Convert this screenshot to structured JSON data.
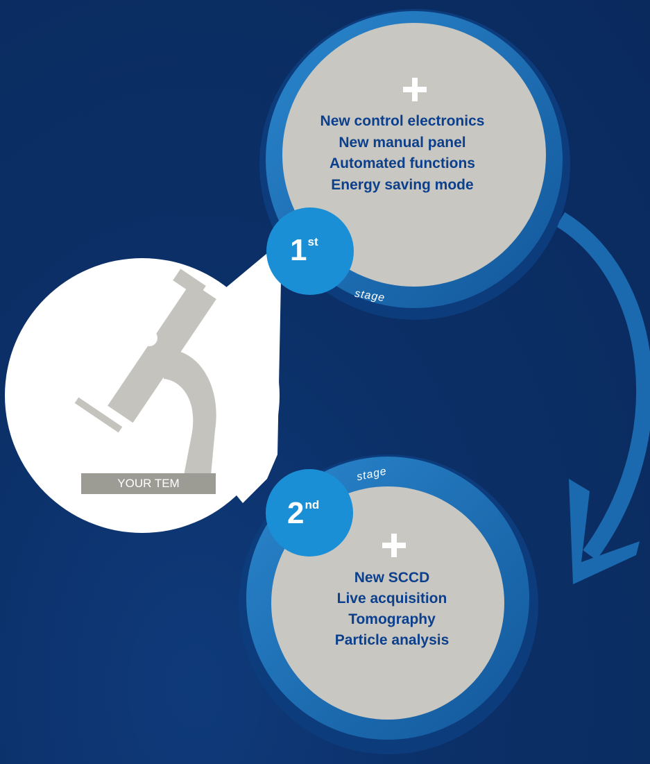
{
  "stage1": {
    "number": "1",
    "suffix": "st",
    "label": "stage",
    "features": [
      "New control electronics",
      "New manual panel",
      "Automated functions",
      "Energy saving mode"
    ]
  },
  "stage2": {
    "number": "2",
    "suffix": "nd",
    "label": "stage",
    "features": [
      "New SCCD",
      "Live acquisition",
      "Tomography",
      "Particle analysis"
    ]
  },
  "tem_label": "YOUR TEM",
  "icons": {
    "microscope": "microscope-icon",
    "plus": "plus-icon",
    "arrow": "curved-arrow-icon"
  },
  "colors": {
    "background": "#0a2a5e",
    "ring": "#1c6bb5",
    "badge": "#1b8fd6",
    "disc": "#c8c7c1",
    "feature_text": "#0c3f8c",
    "microscope": "#c4c3bd",
    "arrow": "#1b6aaf"
  }
}
